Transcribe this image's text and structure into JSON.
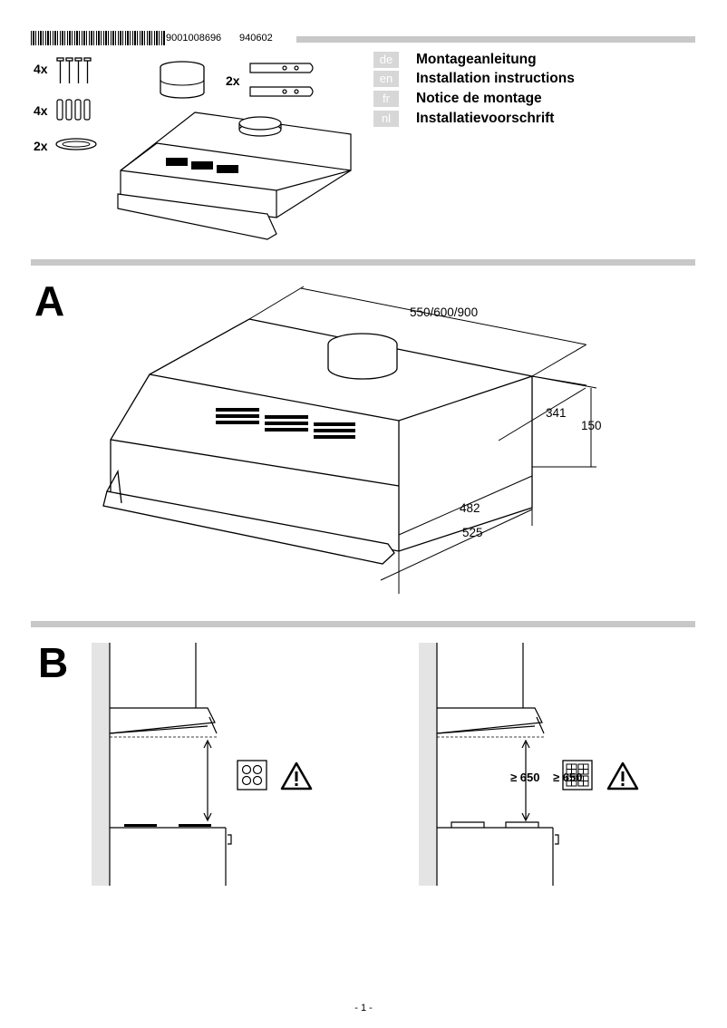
{
  "header": {
    "article_number": "9001008696",
    "doc_code": "940602"
  },
  "languages": [
    {
      "code": "de",
      "title": "Montageanleitung"
    },
    {
      "code": "en",
      "title": "Installation instructions"
    },
    {
      "code": "fr",
      "title": "Notice de montage"
    },
    {
      "code": "nl",
      "title": "Installatievoorschrift"
    }
  ],
  "parts": {
    "screws_qty": "4x",
    "plugs_qty": "4x",
    "rings_qty": "2x",
    "brackets_qty": "2x"
  },
  "section_a": {
    "letter": "A",
    "width_dim": "550/600/900",
    "dim_341": "341",
    "dim_150": "150",
    "dim_482": "482",
    "dim_525": "525"
  },
  "section_b": {
    "letter": "B",
    "min_distance": "≥ 650",
    "min_distance_2": "≥ 650"
  },
  "footer": {
    "page": "- 1 -"
  }
}
